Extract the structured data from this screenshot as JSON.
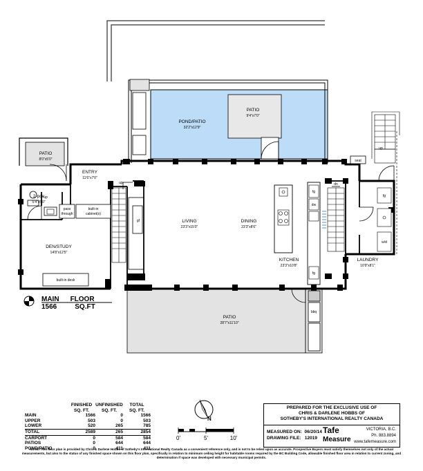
{
  "rooms": {
    "patio_w": {
      "name": "PATIO",
      "dim": "8'0\"x5'0\""
    },
    "entry": {
      "name": "ENTRY",
      "dim": "11'6\"x7'0\""
    },
    "pond": {
      "name": "POND/PATIO",
      "dim": "32'2\"x12'9\""
    },
    "patio_top": {
      "name": "PATIO",
      "dim": "9'4\"x7'0\""
    },
    "two_pce": {
      "name": "2-pce",
      "dim": "5'4\"x5'0\""
    },
    "den": {
      "name": "DEN/STUDY",
      "dim": "14'8\"x12'5\""
    },
    "living": {
      "name": "LIVING",
      "dim": "23'3\"x15'0\""
    },
    "dining": {
      "name": "DINING",
      "dim": "23'3\"x8'6\""
    },
    "kitchen": {
      "name": "KITCHEN",
      "dim": "23'3\"x10'8\""
    },
    "laundry": {
      "name": "LAUNDRY",
      "dim": "10'9\"x8'1\""
    },
    "patio_s": {
      "name": "PATIO",
      "dim": "28'7\"x11'10\""
    }
  },
  "fixtures": {
    "pass_through": [
      "pass",
      "through"
    ],
    "built_in_cabinets": [
      "built-in",
      "cabinet(s)"
    ],
    "built_in_desk": "built-in desk",
    "seat": "seat",
    "fridge": "fg",
    "dishwasher": "dw",
    "washer_dryer": "w/d",
    "bbq": "bbq",
    "fireplace": "gf",
    "up": "up",
    "dn": "dn"
  },
  "main_floor": {
    "label_main": "MAIN",
    "label_floor": "FLOOR",
    "area": "1566",
    "unit": "SQ.FT"
  },
  "area_table": {
    "headers": [
      [
        "FINISHED",
        "SQ. FT."
      ],
      [
        "UNFINISHED",
        "SQ. FT."
      ],
      [
        "TOTAL",
        "SQ. FT."
      ]
    ],
    "rows": [
      {
        "label": "MAIN",
        "finished": "1566",
        "unfinished": "0",
        "total": "1566"
      },
      {
        "label": "UPPER",
        "finished": "503",
        "unfinished": "0",
        "total": "503"
      },
      {
        "label": "LOWER",
        "finished": "520",
        "unfinished": "265",
        "total": "785"
      }
    ],
    "total": {
      "label": "TOTAL",
      "finished": "2589",
      "unfinished": "265",
      "total": "2854"
    },
    "extras": [
      {
        "label": "CARPORT",
        "finished": "0",
        "unfinished": "584",
        "total": "584"
      },
      {
        "label": "PATIOS",
        "finished": "0",
        "unfinished": "644",
        "total": "644"
      },
      {
        "label": "POND/PATIO",
        "finished": "0",
        "unfinished": "411",
        "total": "411"
      }
    ]
  },
  "compass": {
    "label": "N"
  },
  "scale": {
    "ticks": [
      "0'",
      "5'",
      "10'"
    ]
  },
  "prepared": {
    "line1": "PREPARED FOR THE EXCLUSIVE USE OF",
    "line2": "CHRIS & DARLENE HOBBS OF",
    "line3": "SOTHEBY'S INTERNATIONAL REALTY CANADA",
    "measured_label": "MEASURED ON:",
    "measured_value": "06/20/14",
    "drawing_label": "DRAWING FILE:",
    "drawing_value": "12019"
  },
  "logo": {
    "name_top": "Tafe",
    "name_bottom": "Measure",
    "city": "VICTORIA, B.C.",
    "phone": "Ph.  883.8894",
    "url": "www.tafemeasure.com"
  },
  "note": "NOTE: This floor plan is provided by Chris & Darlene Hobbs of Sotheby's International Realty Canada as a convenient reference only, and is not to be relied upon as accurate. Prospective Buyers must satisfy themselves not only of the actual measurements, but also to the status of any finished space shown on this floor plan, specifically in relation to minimum ceiling height for habitable rooms required by the BC Building Code, allowable finished floor area in relation to current zoning, and determination if space was developed with necessary municipal permits.",
  "colors": {
    "pond": "#bcdcf7",
    "patio": "#e3e3e3",
    "wall": "#000000",
    "light": "#888888"
  }
}
